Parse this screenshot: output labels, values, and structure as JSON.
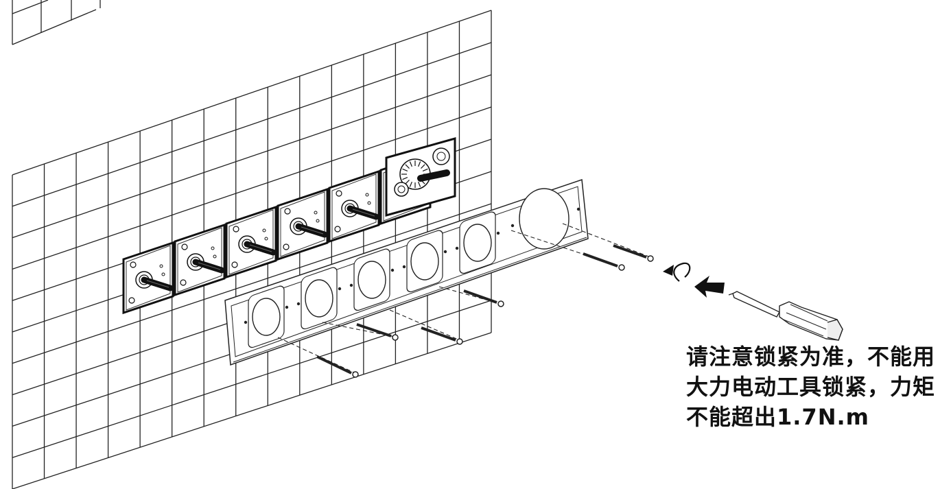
{
  "instruction": {
    "lines": [
      "请注意锁紧为准，不能用",
      "大力电动工具锁紧，力矩",
      "不能超出1.7N.m"
    ]
  },
  "icons": {
    "rotation": "rotate-clockwise-icon",
    "push": "push-arrow-icon",
    "tool": "screwdriver-icon"
  },
  "colors": {
    "line": "#222222",
    "text": "#111111",
    "background": "#ffffff"
  }
}
